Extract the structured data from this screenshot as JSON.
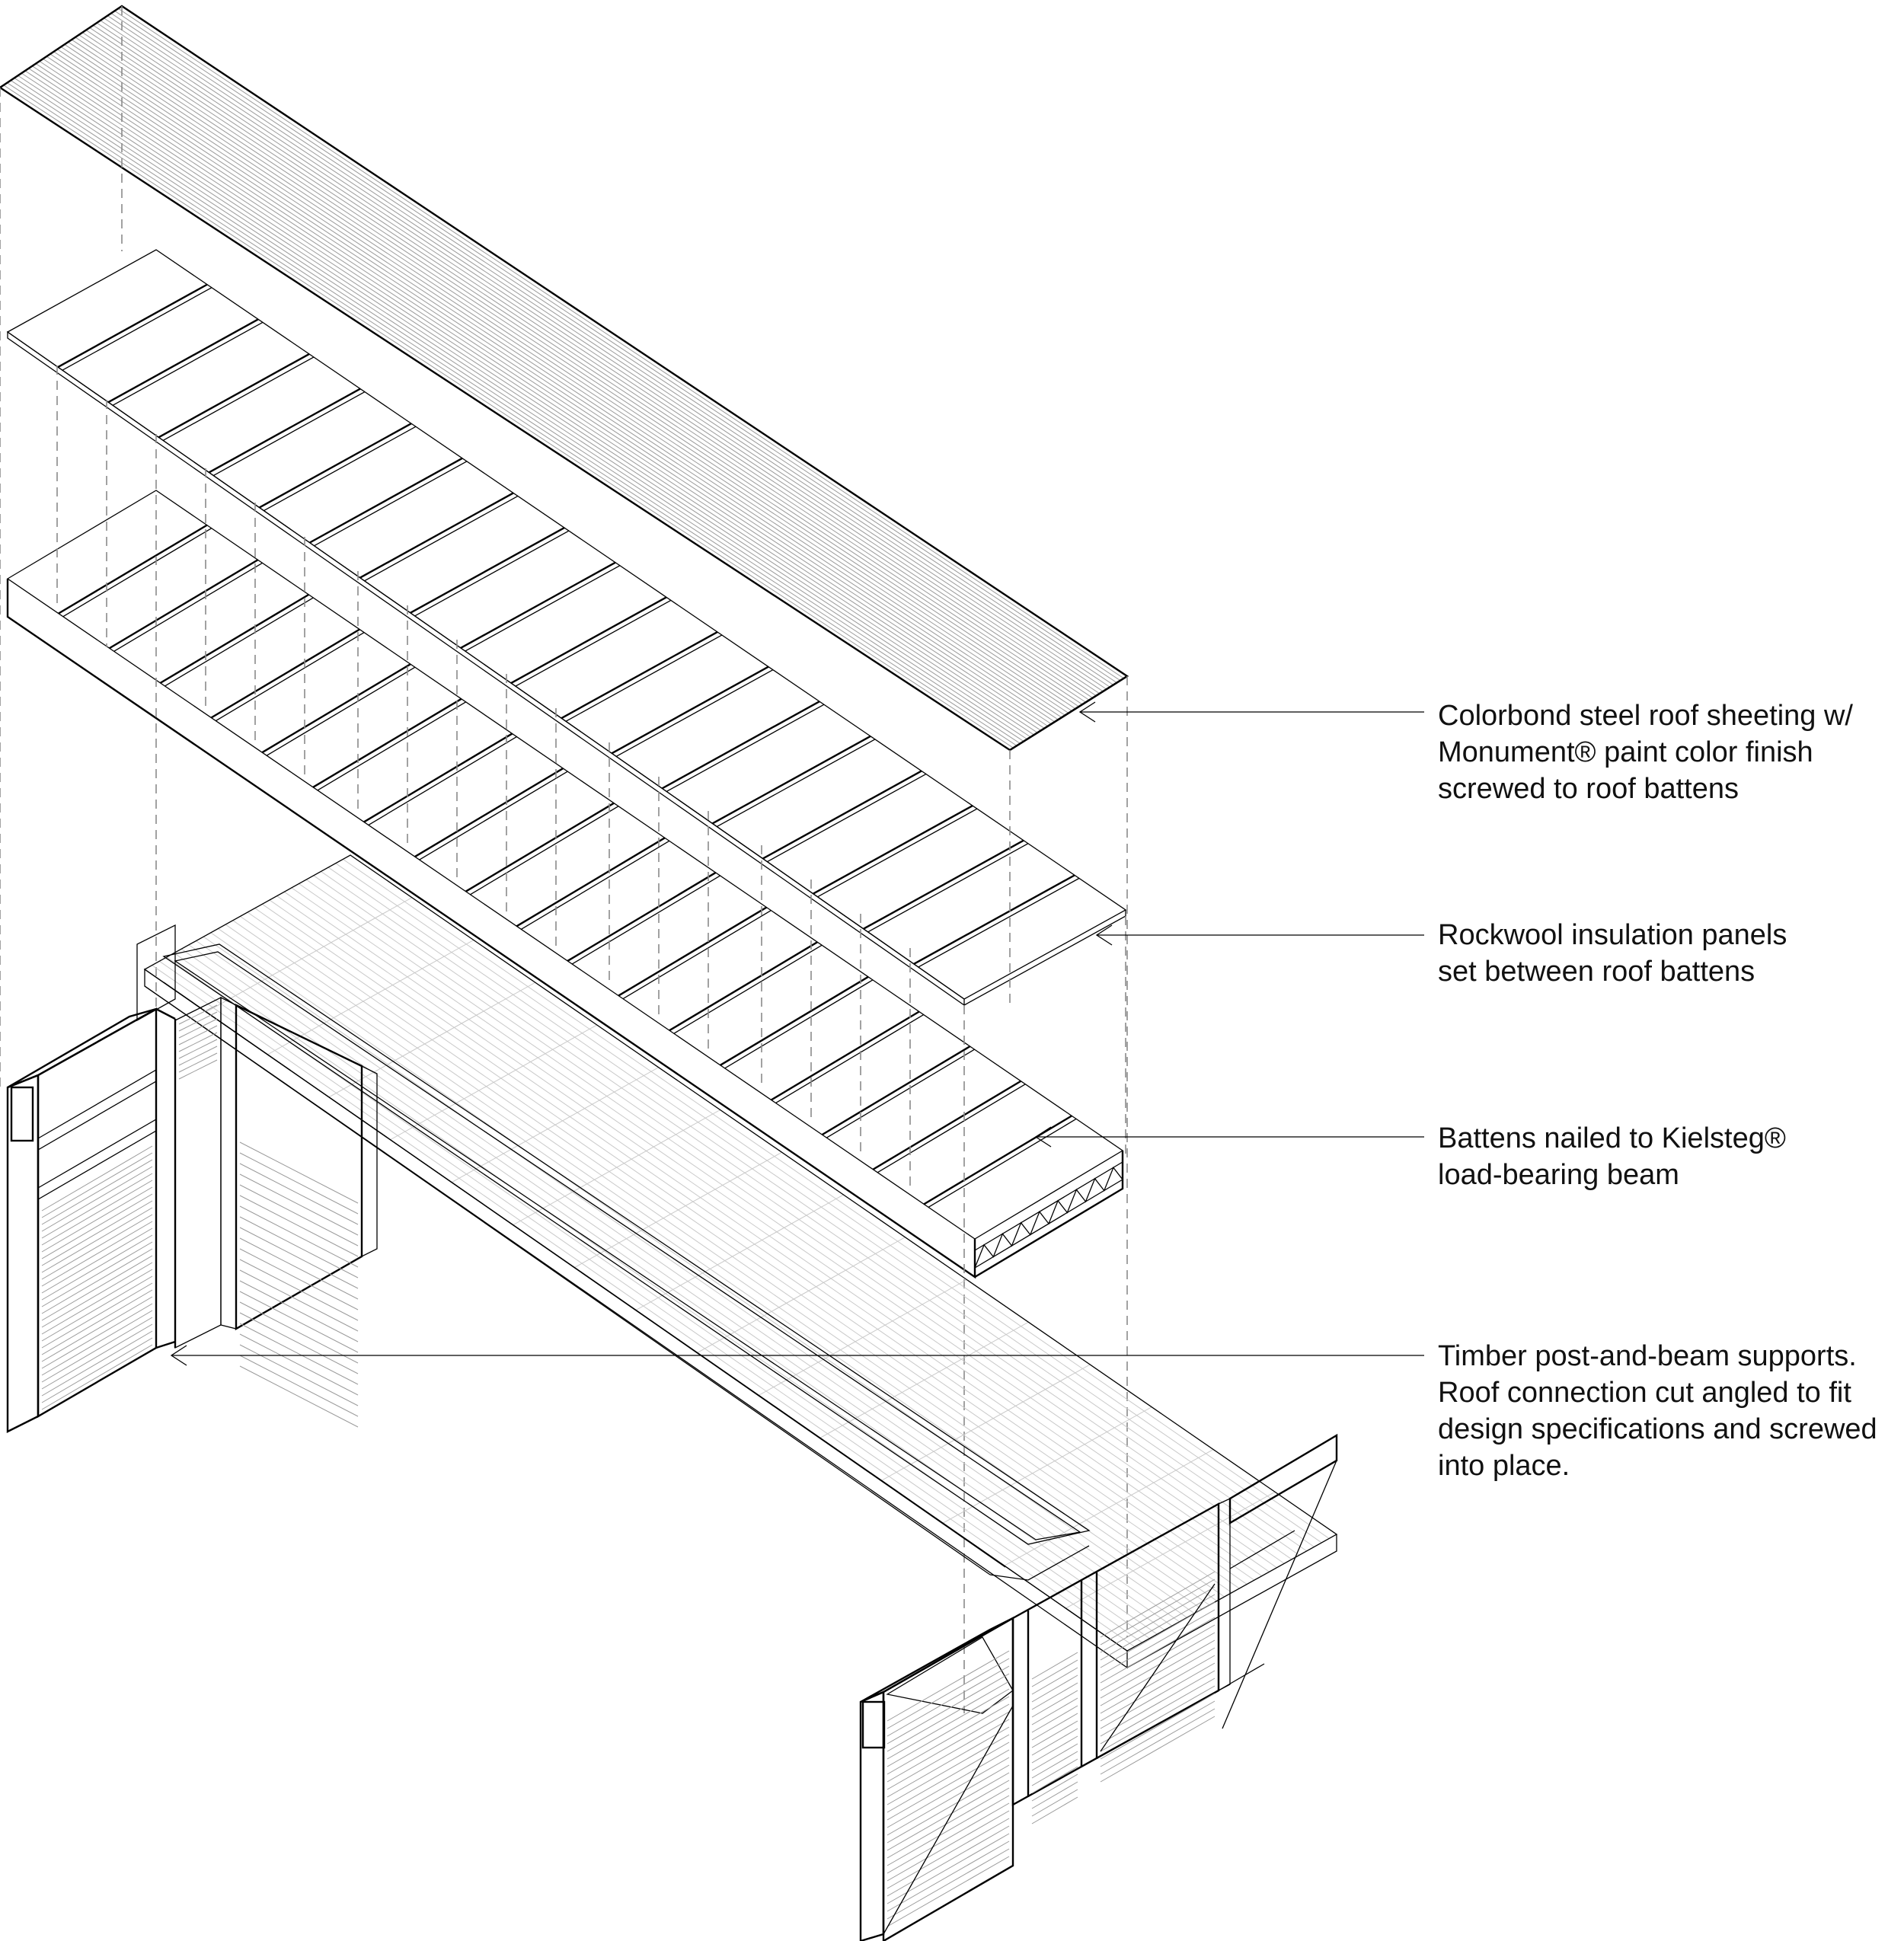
{
  "annotations": [
    {
      "id": "roof-sheeting",
      "lines": [
        "Colorbond steel roof sheeting w/",
        "Monument® paint color finish",
        "screwed to roof battens"
      ]
    },
    {
      "id": "insulation",
      "lines": [
        "Rockwool insulation panels",
        "set between roof battens"
      ]
    },
    {
      "id": "battens",
      "lines": [
        "Battens nailed to Kielsteg®",
        "load-bearing beam"
      ]
    },
    {
      "id": "posts",
      "lines": [
        "Timber post-and-beam supports.",
        "Roof connection cut angled to fit",
        "design specifications and screwed",
        "into place."
      ]
    }
  ],
  "colors": {
    "line": "#000000",
    "hidden_line": "#8a8a8a",
    "background": "#ffffff"
  }
}
